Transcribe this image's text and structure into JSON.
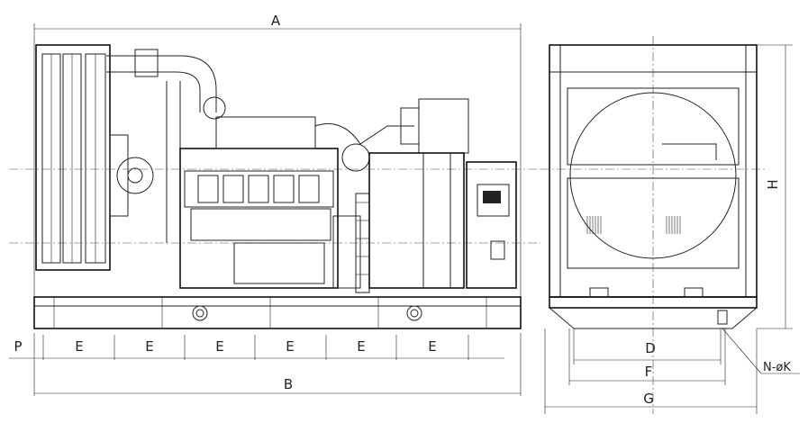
{
  "side_view": {
    "dim_overall_length": "A",
    "dim_base_length": "B",
    "dim_end_offset": "P",
    "dim_spacing": [
      "E",
      "E",
      "E",
      "E",
      "E",
      "E"
    ]
  },
  "end_view": {
    "dim_height": "H",
    "dim_inner": "D",
    "dim_mount": "F",
    "dim_width": "G",
    "mount_holes": "N-øK"
  }
}
